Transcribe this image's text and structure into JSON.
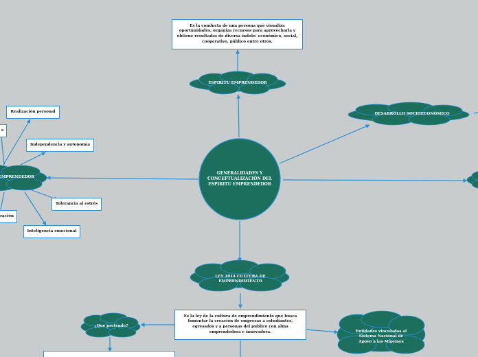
{
  "colors": {
    "background": "#c9cccc",
    "node_fill": "#1b6f5c",
    "link": "#2a8fd6"
  },
  "center": {
    "label": "GENERALIDADES Y CONCEPTUALIZACIÓN DEL ESPIRITU EMPRENDEDOR"
  },
  "top": {
    "definition": "Es la conducta de una persona que visualiza oportunidades, organiza recursos para aprovecharla y obtiene resultados de diversa índole: económico, social, cooperativo, público entre otros.",
    "cloud": "ESPIRITU EMPRENDEDOR"
  },
  "right": {
    "cloud": "DESARROLLO SOCIOECONÓMICO"
  },
  "left": {
    "cloud": "EMPRENDEDOR",
    "items": {
      "realizacion": "Realización personal",
      "independencia": "Independencia y autonomía",
      "tolerancia": "Tolerancia al estrés",
      "inteligencia": "Inteligencia emocional",
      "partial_top": "s",
      "partial_bottom": "ración"
    }
  },
  "bottom": {
    "cloud": "LEY 1014 CULTURA DE EMPRENDIMIENTO",
    "definition": "Es la ley de la cultura de emprendimiento que busca fomentar la creación de empresas a estudiantes, egresados y a personas del publico con alma emprendedora e innovadora.",
    "purpose_cloud": "¿Que pretende?",
    "entities_cloud": "Entidades vinculadas al Sistema Nacional de Apoyo a las Mipymes"
  }
}
